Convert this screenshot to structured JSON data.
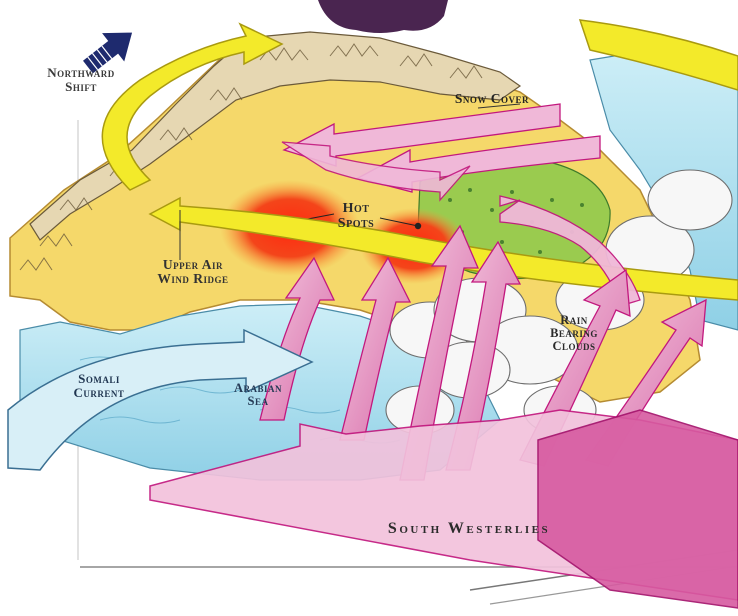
{
  "labels": {
    "northward_shift": "Northward\nShift",
    "snow_cover": "Snow Cover",
    "hot_spots": "Hot\nSpots",
    "upper_air_wind_ridge": "Upper Air\nWind Ridge",
    "rain_bearing_clouds": "Rain\nBearing\nClouds",
    "somali_current": "Somali\nCurrent",
    "arabian_sea": "Arabian\nSea",
    "south_westerlies": "South Westerlies"
  },
  "colors": {
    "wind_arrows": "#f0b8d8",
    "wind_arrow_outline": "#c2187e",
    "upper_air_arrow": "#f3ea2a",
    "hot_spot": "#ee2a1a",
    "land": "#f5d86a",
    "sea": "#bfe6f2",
    "northward_arrow": "#1e2a6e"
  }
}
